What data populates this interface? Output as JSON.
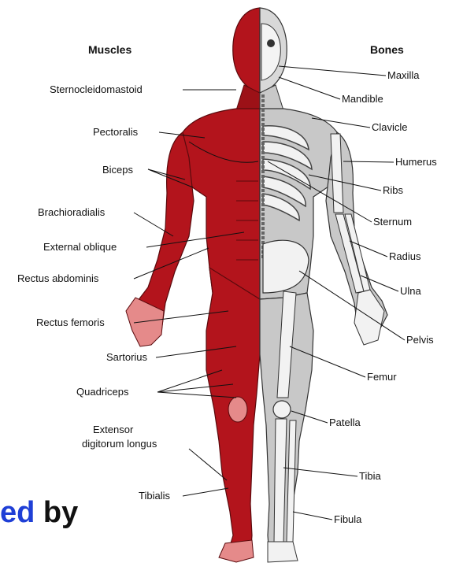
{
  "headers": {
    "muscles": "Muscles",
    "bones": "Bones"
  },
  "muscle_labels": [
    "Sternocleidomastoid",
    "Pectoralis",
    "Biceps",
    "Brachioradialis",
    "External oblique",
    "Rectus abdominis",
    "Rectus femoris",
    "Sartorius",
    "Quadriceps",
    "Extensor",
    "digitorum longus",
    "Tibialis"
  ],
  "bone_labels": [
    "Maxilla",
    "Mandible",
    "Clavicle",
    "Humerus",
    "Ribs",
    "Sternum",
    "Radius",
    "Ulna",
    "Pelvis",
    "Femur",
    "Patella",
    "Tibia",
    "Fibula"
  ],
  "caption": {
    "part1": "ed",
    "part2": "by"
  },
  "colors": {
    "muscle": "#b3141c",
    "muscle_dark": "#7a0d12",
    "muscle_light": "#e58a8a",
    "bone": "#f2f2f2",
    "bone_shade": "#bdbdbd",
    "body_gray": "#c8c8c8",
    "caption_blue": "#1f3fd6",
    "caption_black": "#111111"
  }
}
